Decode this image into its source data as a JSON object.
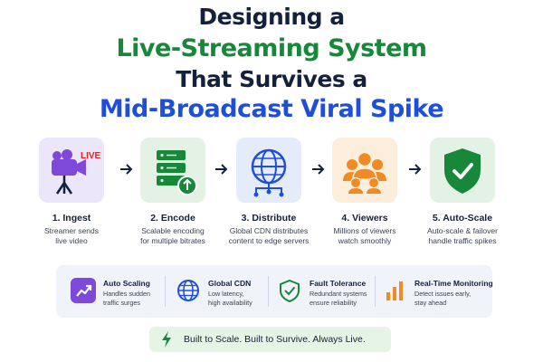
{
  "title": {
    "line1": "Designing a",
    "line2": "Live-Streaming System",
    "line3": "That Survives a",
    "line4": "Mid-Broadcast Viral Spike"
  },
  "colors": {
    "navy": "#14213d",
    "green": "#17883a",
    "blue": "#1f4fd8",
    "purple": "#7e49d8",
    "orange": "#f08a24"
  },
  "live_badge": "LIVE",
  "steps": [
    {
      "title": "1. Ingest",
      "desc1": "Streamer sends",
      "desc2": "live video",
      "icon": "video-camera-icon"
    },
    {
      "title": "2. Encode",
      "desc1": "Scalable encoding",
      "desc2": "for multiple bitrates",
      "icon": "server-upload-icon"
    },
    {
      "title": "3. Distribute",
      "desc1": "Global CDN distributes",
      "desc2": "content to edge servers",
      "icon": "globe-network-icon"
    },
    {
      "title": "4. Viewers",
      "desc1": "Millions of viewers",
      "desc2": "watch smoothly",
      "icon": "audience-icon"
    },
    {
      "title": "5. Auto-Scale",
      "desc1": "Auto-scale & failover",
      "desc2": "handle traffic spikes",
      "icon": "shield-check-icon"
    }
  ],
  "features": [
    {
      "title": "Auto Scaling",
      "desc1": "Handles sudden",
      "desc2": "traffic surges",
      "icon": "trend-up-icon"
    },
    {
      "title": "Global CDN",
      "desc1": "Low latency,",
      "desc2": "high availability",
      "icon": "globe-icon"
    },
    {
      "title": "Fault Tolerance",
      "desc1": "Redundant systems",
      "desc2": "ensure reliability",
      "icon": "shield-icon"
    },
    {
      "title": "Real-Time Monitoring",
      "desc1": "Detect issues early,",
      "desc2": "stay ahead",
      "icon": "bar-chart-icon"
    }
  ],
  "slogan": "Built to Scale. Built to Survive. Always Live."
}
